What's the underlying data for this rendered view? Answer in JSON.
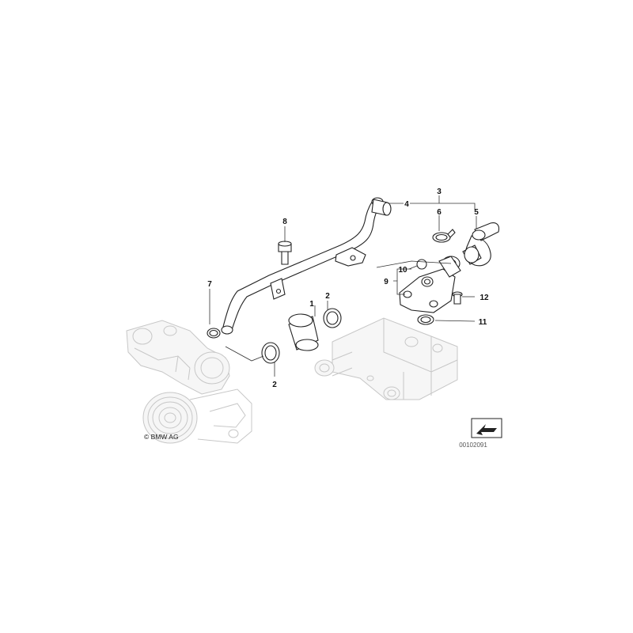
{
  "diagram": {
    "callouts": [
      {
        "id": "c1",
        "text": "1"
      },
      {
        "id": "c2a",
        "text": "2"
      },
      {
        "id": "c2b",
        "text": "2"
      },
      {
        "id": "c3",
        "text": "3"
      },
      {
        "id": "c4",
        "text": "4"
      },
      {
        "id": "c5",
        "text": "5"
      },
      {
        "id": "c6",
        "text": "6"
      },
      {
        "id": "c7",
        "text": "7"
      },
      {
        "id": "c8",
        "text": "8"
      },
      {
        "id": "c9",
        "text": "9"
      },
      {
        "id": "c10",
        "text": "10"
      },
      {
        "id": "c11",
        "text": "11"
      },
      {
        "id": "c12",
        "text": "12"
      }
    ],
    "copyright": "© BMW AG",
    "doc_id": "00102091"
  },
  "colors": {
    "line": "#222222",
    "ghost": "#c7c7c7",
    "background": "#ffffff"
  }
}
